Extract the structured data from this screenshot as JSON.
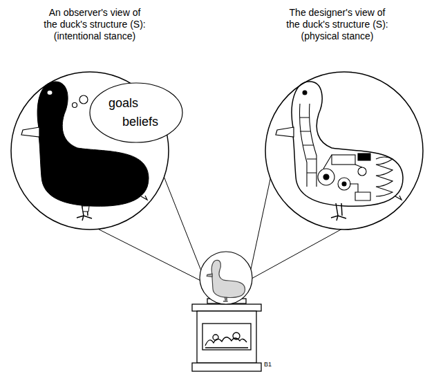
{
  "diagram": {
    "nodes": [
      {
        "text": [
          "An observer's view of the duck's structure (S): (intentional stance)"
        ]
      },
      {
        "text": [
          "goals",
          "beliefs"
        ],
        "in": 0
      },
      {
        "text": [
          "The designer's view of the duck's structure (S): (physical stance)"
        ]
      }
    ],
    "labels": [
      "B1"
    ]
  }
}
